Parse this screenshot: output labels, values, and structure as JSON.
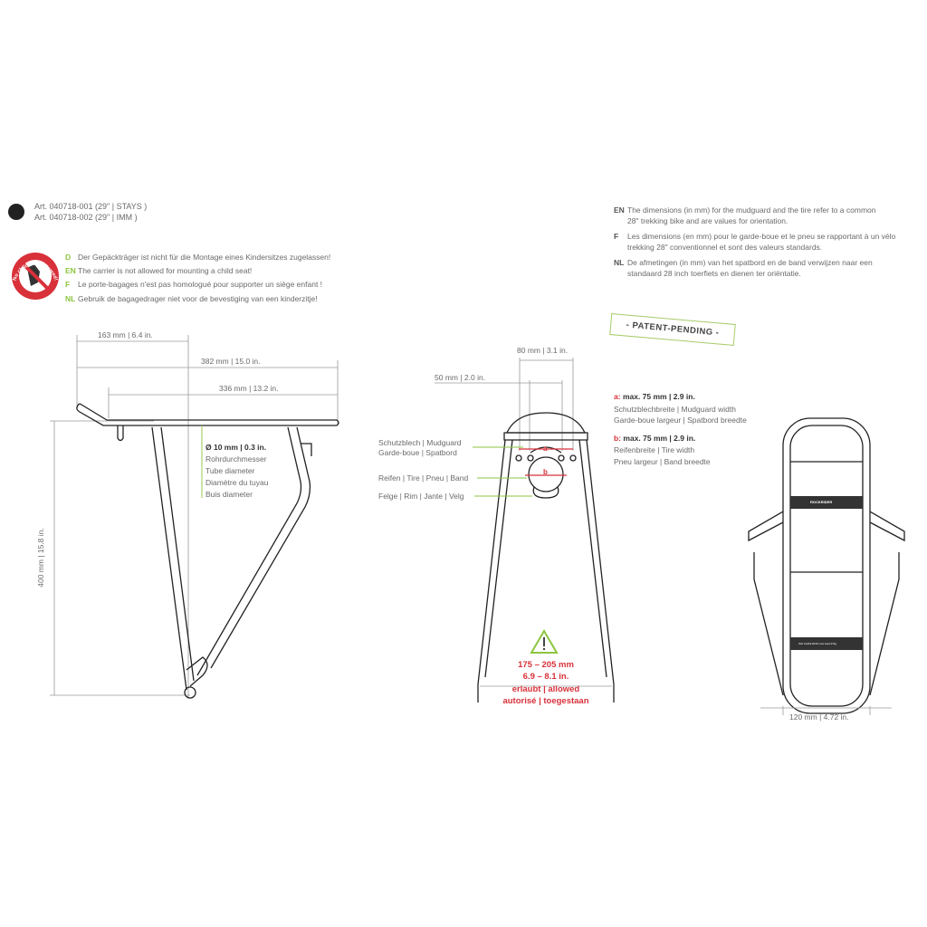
{
  "articles": [
    "Art. 040718-001  (29\" | STAYS )",
    "Art. 040718-002  (29\" | IMM )"
  ],
  "warning": {
    "icon_text": "No child seat allowed!",
    "lines": [
      {
        "lang": "D",
        "text": "Der Gepäckträger ist nicht für die Montage eines Kindersitzes zugelassen!"
      },
      {
        "lang": "EN",
        "text": "The carrier is not allowed for mounting a child seat!"
      },
      {
        "lang": "F",
        "text": "Le porte-bagages n'est pas homologué pour supporter un siège enfant !"
      },
      {
        "lang": "NL",
        "text": "Gebruik de bagagedrager niet voor de bevestiging van een kinderzitje!"
      }
    ]
  },
  "notes": [
    {
      "lang": "EN",
      "l1": "The dimensions (in mm) for the mudguard and the tire refer to a common",
      "l2": "28\" trekking bike and are values for orientation."
    },
    {
      "lang": "F",
      "l1": "Les dimensions (en mm) pour le garde-boue et le pneu se rapportant à un vélo",
      "l2": "trekking 28\" conventionnel et sont des valeurs standards."
    },
    {
      "lang": "NL",
      "l1": "De afmetingen (in mm) van het spatbord en de band verwijzen naar een",
      "l2": "standaard 28 inch toerfiets en dienen ter oriëntatie."
    }
  ],
  "patent": "- PATENT-PENDING -",
  "side": {
    "d163": "163 mm  |  6.4 in.",
    "d382": "382 mm  |  15.0 in.",
    "d336": "336 mm  |  13.2 in.",
    "d400": "400 mm  |  15.8 in.",
    "tube": {
      "title": "Ø 10 mm | 0.3 in.",
      "lines": [
        "Rohrdurchmesser",
        "Tube diameter",
        "Diamètre du tuyau",
        "Buis diameter"
      ]
    }
  },
  "front": {
    "d80": "80 mm  |  3.1 in.",
    "d50": "50 mm  |  2.0 in.",
    "mudguard": [
      "Schutzblech | Mudguard",
      "Garde-boue | Spatbord"
    ],
    "tire": "Reifen | Tire | Pneu | Band",
    "rim": "Felge | Rim | Jante | Velg",
    "a": "a",
    "b": "b",
    "allowed": [
      "175 – 205 mm",
      "6.9 – 8.1 in.",
      "erlaubt | allowed",
      "autorisé | toegestaan"
    ]
  },
  "specs": {
    "a": {
      "key": "a:",
      "value": "max. 75 mm | 2.9 in.",
      "l1": "Schutzblechbreite | Mudguard width",
      "l2": "Garde-boue largeur | Spatbord breedte"
    },
    "b": {
      "key": "b:",
      "value": "max. 75 mm | 2.9 in.",
      "l1": "Reifenbreite | Tire width",
      "l2": "Pneu largeur | Band breedte"
    }
  },
  "top": {
    "d120": "120 mm  |  4.72 in.",
    "brand": "ROCKRIDER",
    "iso": "ISO 11243:2016 max load 27kg"
  },
  "colors": {
    "green": "#8cc63f",
    "red": "#d8313a"
  }
}
